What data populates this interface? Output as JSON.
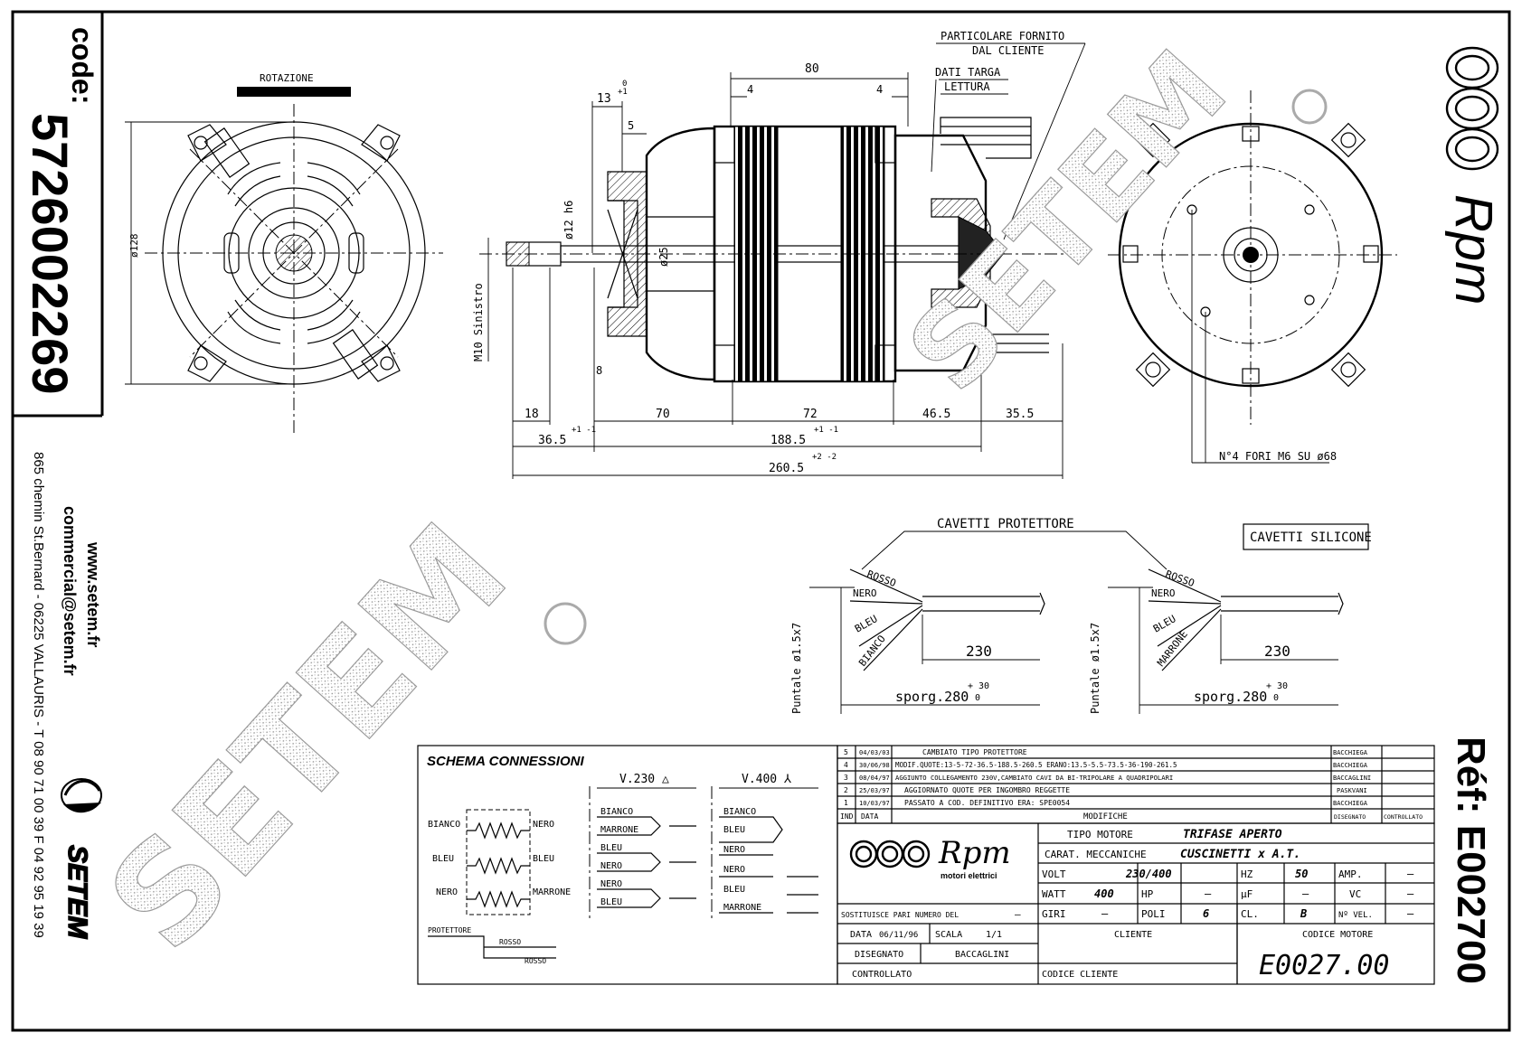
{
  "code_label": "code:",
  "code_number": "5726002269",
  "ref_label": "Réf: E002700",
  "company": {
    "website": "www.setem.fr",
    "email": "commercial@setem.fr",
    "address": "865 chemin St.Bernard - 06225 VALLAURIS - T 08 90 71 00 39  F 04 92 95 19 39",
    "logo_text": "SETEM",
    "watermark": "SETEM"
  },
  "brand": {
    "name": "Rpm",
    "subtitle": "motori elettrici"
  },
  "front_view": {
    "rotation_label": "ROTAZIONE",
    "diameter": "ø128"
  },
  "side_view": {
    "notes": [
      "PARTICOLARE FORNITO",
      "DAL CLIENTE",
      "DATI TARGA",
      "LETTURA"
    ],
    "shaft_thread": "M10 Sinistro",
    "shaft_dia": "ø12 h6",
    "bore_dia": "ø25",
    "top_dims": {
      "overall": "80",
      "left_gap": "4",
      "right_gap": "4",
      "flange": "13",
      "flange_tol": "+1\n0",
      "step": "5"
    },
    "bottom_dims": [
      "18",
      "70",
      "72",
      "46.5",
      "35.5"
    ],
    "small_dim": "8",
    "dim_36": "36.5",
    "dim_36_tol": "+1 -1",
    "dim_188": "188.5",
    "dim_188_tol": "+1 -1",
    "dim_260": "260.5",
    "dim_260_tol": "+2 -2"
  },
  "rear_view": {
    "holes_note": "N°4 FORI M6 SU ø68"
  },
  "cables": {
    "protector_label": "CAVETTI PROTETTORE",
    "silicone_label": "CAVETTI SILICONE",
    "left": {
      "wires": [
        "ROSSO",
        "NERO",
        "BLEU",
        "BIANCO"
      ],
      "terminal": "Puntale ø1.5x7",
      "length": "230",
      "overhang": "sporg.280",
      "overhang_tol_top": "+ 30",
      "overhang_tol_bottom": "0"
    },
    "right": {
      "wires": [
        "ROSSO",
        "NERO",
        "BLEU",
        "MARRONE"
      ],
      "terminal": "Puntale ø1.5x7",
      "length": "230",
      "overhang": "sporg.280",
      "overhang_tol_top": "+ 30",
      "overhang_tol_bottom": "0"
    }
  },
  "schema": {
    "title": "SCHEMA CONNESSIONI",
    "windings": [
      {
        "left": "BIANCO",
        "right": "NERO"
      },
      {
        "left": "BLEU",
        "right": "BLEU"
      },
      {
        "left": "NERO",
        "right": "MARRONE"
      }
    ],
    "protector": {
      "label": "PROTETTORE",
      "w1": "ROSSO",
      "w2": "ROSSO"
    },
    "v230": {
      "label": "V.230 △",
      "wires": [
        "BIANCO",
        "MARRONE",
        "BLEU",
        "NERO",
        "NERO",
        "BLEU"
      ]
    },
    "v400": {
      "label": "V.400 ⅄",
      "wires": [
        "BIANCO",
        "BLEU",
        "NERO",
        "NERO",
        "BLEU",
        "MARRONE"
      ]
    }
  },
  "revisions": {
    "rows": [
      {
        "ind": "5",
        "date": "04/03/03",
        "text": "CAMBIATO TIPO PROTETTORE",
        "by": "BACCHIEGA"
      },
      {
        "ind": "4",
        "date": "30/06/98",
        "text": "MODIF.QUOTE:13-5-72-36.5-188.5-260.5 ERANO:13.5-5.5-73.5-36-190-261.5",
        "by": "BACCHIEGA"
      },
      {
        "ind": "3",
        "date": "08/04/97",
        "text": "AGGIUNTO COLLEGAMENTO 230V,CAMBIATO CAVI DA BI-TRIPOLARE A QUADRIPOLARI",
        "by": "BACCAGLINI"
      },
      {
        "ind": "2",
        "date": "25/03/97",
        "text": "AGGIORNATO QUOTE PER INGOMBRO REGGETTE",
        "by": "PASKVANI"
      },
      {
        "ind": "1",
        "date": "10/03/97",
        "text": "PASSATO A COD. DEFINITIVO ERA: SPE0054",
        "by": "BACCHIEGA"
      }
    ],
    "header": {
      "ind": "IND",
      "date": "DATA",
      "text": "MODIFICHE",
      "by": "DISEGNATO",
      "ctrl": "CONTROLLATO"
    }
  },
  "title_block": {
    "tipo_label": "TIPO MOTORE",
    "tipo_value": "TRIFASE APERTO",
    "carat_label": "CARAT. MECCANICHE",
    "carat_value": "CUSCINETTI x A.T.",
    "volt_label": "VOLT",
    "volt_value": "230/400",
    "hz_label": "HZ",
    "hz_value": "50",
    "amp_label": "AMP.",
    "amp_value": "–",
    "watt_label": "WATT",
    "watt_value": "400",
    "hp_label": "HP",
    "hp_value": "–",
    "uf_label": "µF",
    "uf_value": "–",
    "vc_label": "VC",
    "vc_value": "–",
    "giri_label": "GIRI",
    "giri_value": "–",
    "poli_label": "POLI",
    "poli_value": "6",
    "cl_label": "CL.",
    "cl_value": "B",
    "vel_label": "Nº VEL.",
    "vel_value": "–",
    "sostituisce_label": "SOSTITUISCE PARI NUMERO DEL",
    "sostituisce_value": "–",
    "data_label": "DATA",
    "data_value": "06/11/96",
    "scala_label": "SCALA",
    "scala_value": "1/1",
    "disegnato_label": "DISEGNATO",
    "disegnato_value": "BACCAGLINI",
    "controllato_label": "CONTROLLATO",
    "cliente_label": "CLIENTE",
    "codice_cliente_label": "CODICE CLIENTE",
    "codice_motore_label": "CODICE MOTORE",
    "codice_motore_value": "E0027.00"
  }
}
